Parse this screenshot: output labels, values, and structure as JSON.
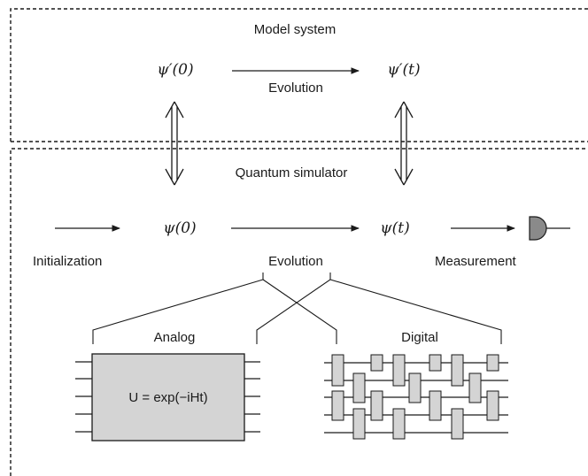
{
  "model_box": {
    "title": "Model system",
    "psi_initial": "ψ′(0)",
    "psi_final": "ψ′(t)",
    "evolution_label": "Evolution"
  },
  "simulator_box": {
    "title": "Quantum simulator",
    "psi_initial": "ψ(0)",
    "psi_final": "ψ(t)",
    "initialization_label": "Initialization",
    "evolution_label": "Evolution",
    "measurement_label": "Measurement"
  },
  "analog": {
    "label": "Analog",
    "unitary": "U = exp(−iHt)"
  },
  "digital": {
    "label": "Digital"
  },
  "colors": {
    "gate_fill": "#d4d4d4",
    "line": "#1a1a1a",
    "detector_fill": "#8a8a8a"
  }
}
